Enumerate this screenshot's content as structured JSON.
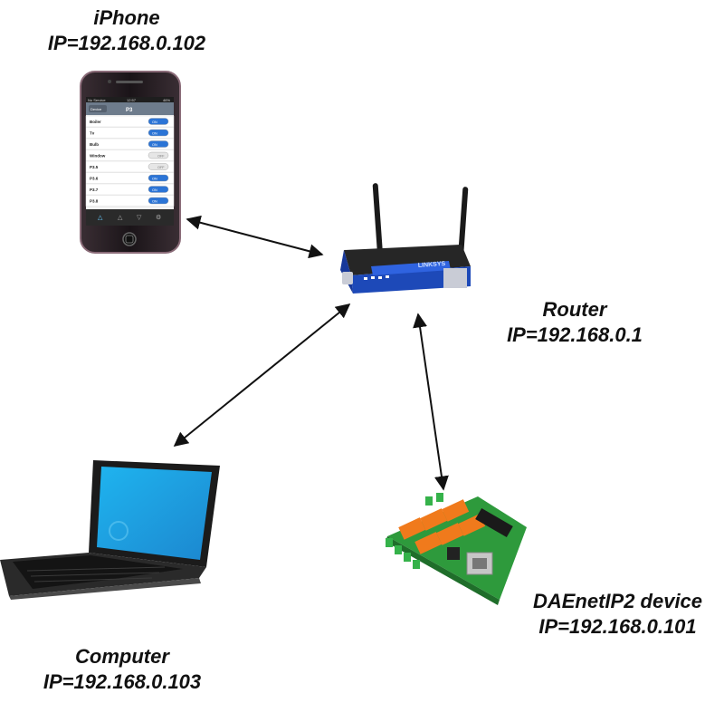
{
  "iphone": {
    "name": "iPhone",
    "ip": "IP=192.168.0.102",
    "screen": {
      "status_left": "No Service",
      "status_time": "12:57",
      "status_right": "46%",
      "nav_back": "Device",
      "nav_title": "P3",
      "rows": [
        {
          "label": "Boiler",
          "state": "ON"
        },
        {
          "label": "Tv",
          "state": "ON"
        },
        {
          "label": "Bulb",
          "state": "ON"
        },
        {
          "label": "Window",
          "state": "OFF"
        },
        {
          "label": "P3.5",
          "state": "OFF"
        },
        {
          "label": "P3.6",
          "state": "ON"
        },
        {
          "label": "P3.7",
          "state": "ON"
        },
        {
          "label": "P3.8",
          "state": "ON"
        }
      ]
    }
  },
  "router": {
    "name": "Router",
    "ip": "IP=192.168.0.1",
    "brand": "LINKSYS"
  },
  "computer": {
    "name": "Computer",
    "ip": "IP=192.168.0.103"
  },
  "device": {
    "name": "DAEnetIP2 device",
    "ip": "IP=192.168.0.101"
  },
  "colors": {
    "toggle_on": "#2b74d6",
    "router_blue": "#1d49b8",
    "laptop_screen": "#21a6e6",
    "board_green": "#2e9a3c",
    "relay_orange": "#f07a1c"
  }
}
